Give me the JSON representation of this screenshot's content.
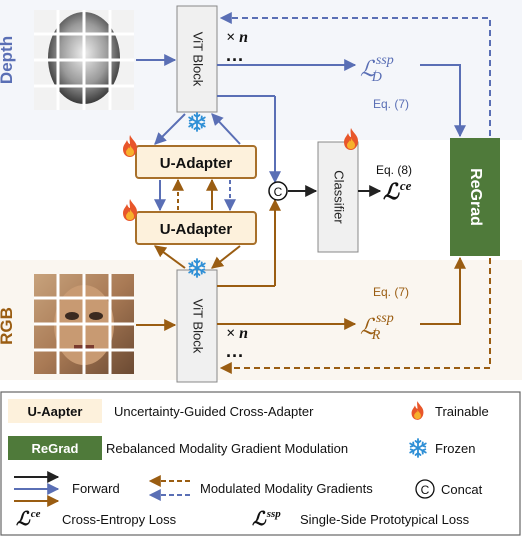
{
  "top": {
    "depth_label": "Depth",
    "rgb_label": "RGB",
    "vit_top": "ViT Block",
    "vit_bottom": "ViT Block",
    "repeat_top": "× n",
    "repeat_bottom": "× n",
    "dots": "···",
    "uadapter_1": "U-Adapter",
    "uadapter_2": "U-Adapter",
    "classifier": "Classifier",
    "concat_symbol": "C",
    "regrad": "ReGrad",
    "eq8": "Eq. (8)",
    "eq7_top": "Eq. (7)",
    "eq7_bottom": "Eq. (7)",
    "loss_ce": {
      "main": "ℒ",
      "sup": "ce"
    },
    "loss_d": {
      "main": "ℒ",
      "sup": "ssp",
      "sub": "D"
    },
    "loss_r": {
      "main": "ℒ",
      "sup": "ssp",
      "sub": "R"
    }
  },
  "legend": {
    "uadapter_key": "U-Aapter",
    "uadapter_desc": "Uncertainty-Guided Cross-Adapter",
    "trainable": "Trainable",
    "regrad_key": "ReGrad",
    "regrad_desc": "Rebalanced Modality Gradient Modulation",
    "frozen": "Frozen",
    "forward": "Forward",
    "modulated": "Modulated Modality Gradients",
    "concat_symbol": "C",
    "concat": "Concat",
    "ce_symbol": {
      "main": "ℒ",
      "sup": "ce"
    },
    "ce_desc": "Cross-Entropy Loss",
    "ssp_symbol": {
      "main": "ℒ",
      "sup": "ssp"
    },
    "ssp_desc": "Single-Side Prototypical Loss"
  },
  "colors": {
    "depth_blue": "#5a6fb5",
    "rgb_brown": "#9a5d12",
    "regrad_green": "#4f7a3a",
    "adapter_fill": "#fdf1dc",
    "adapter_border": "#a8702a",
    "gray_box": "#f0f0f0",
    "flame": "#e8562a",
    "snow": "#2e8fd6"
  }
}
